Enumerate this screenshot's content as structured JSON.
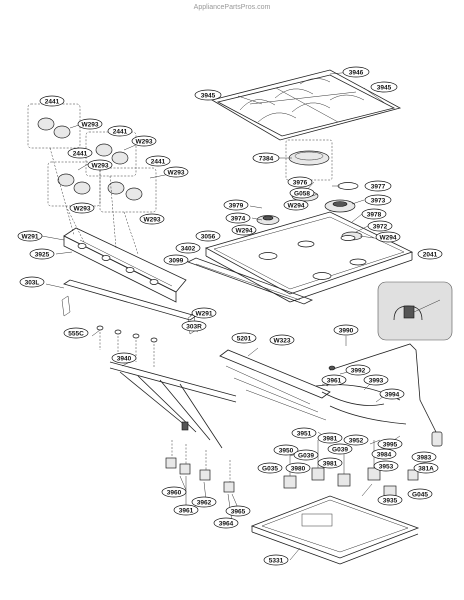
{
  "watermark": "AppliancePartsPros.com",
  "labels": {
    "l3946": "3946",
    "l3945a": "3945",
    "l3945b": "3945",
    "l2441a": "2441",
    "l2441b": "2441",
    "l2441c": "2441",
    "l2441d": "2441",
    "lW293a": "W293",
    "lW293b": "W293",
    "lW293c": "W293",
    "lW293d": "W293",
    "lW293e": "W293",
    "lW293f": "W293",
    "l7384": "7384",
    "l3976": "3976",
    "l3977": "3977",
    "lG058": "G058",
    "l3979": "3979",
    "lW294a": "W294",
    "l3973": "3973",
    "l3974": "3974",
    "l3978": "3978",
    "lW294b": "W294",
    "l3972": "3972",
    "lW294c": "W294",
    "lW291a": "W291",
    "l3925": "3925",
    "l3056": "3056",
    "l3402": "3402",
    "l3099": "3099",
    "l2041": "2041",
    "l303L": "303L",
    "lW291b": "W291",
    "l303R": "303R",
    "l555C": "555C",
    "l3990": "3990",
    "l5201": "5201",
    "lW323": "W323",
    "l3940": "3940",
    "l3992": "3992",
    "l3961a": "3961",
    "l3993": "3993",
    "l3994": "3994",
    "l3951": "3951",
    "l3981a": "3981",
    "l3952": "3952",
    "l3995": "3995",
    "l3950": "3950",
    "lG039a": "G039",
    "lG039b": "G039",
    "l3984": "3984",
    "l3983": "3983",
    "lG035": "G035",
    "l3980": "3980",
    "l3981b": "3981",
    "l3953": "3953",
    "l381A": "381A",
    "l3960": "3960",
    "l3962": "3962",
    "l3935": "3935",
    "lG045": "G045",
    "l3961b": "3961",
    "l3965": "3965",
    "l3964": "3964",
    "l5331": "5331"
  }
}
